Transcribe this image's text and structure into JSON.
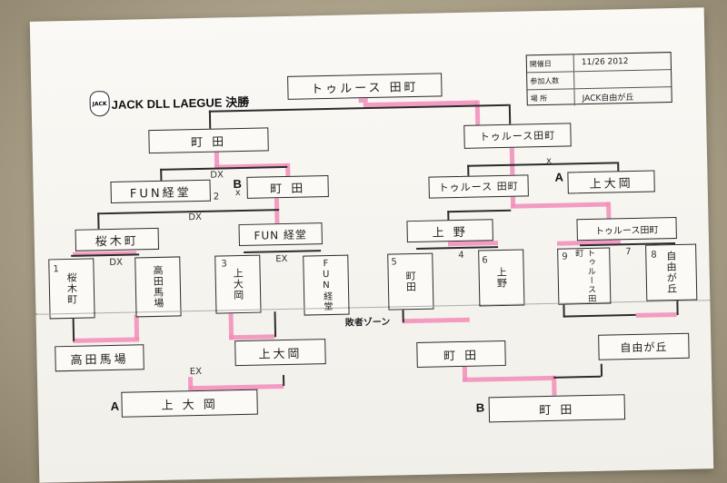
{
  "header": {
    "logo_text": "JACK",
    "title": "JACK DLL LAEGUE 決勝"
  },
  "info": {
    "rows": [
      {
        "key": "開催日",
        "value": "11/26 2012"
      },
      {
        "key": "参加人数",
        "value": ""
      },
      {
        "key": "場 所",
        "value": "JACK自由が丘"
      }
    ]
  },
  "bracket": {
    "champion": "トゥルース 田町",
    "semi_left": "町 田",
    "semi_right": "トゥルース田町",
    "qf_left_a": "FUN経堂",
    "qf_left_b": "町 田",
    "qf_right_a": "トゥルース 田町",
    "qf_right_b": "上大岡",
    "r16_1": "桜木町",
    "r16_2": "FUN 経堂",
    "r16_3": "上 野",
    "r16_4": "トゥルース田町",
    "r32_1": "桜木町",
    "r32_2": "高田馬場",
    "r32_3": "上大岡",
    "r32_4": "FUN経堂",
    "r32_5": "町田",
    "r32_6": "上野",
    "r32_7": "トゥルース田町",
    "r32_8": "自由が丘",
    "loser_zone_label": "敗者ゾーン",
    "lz_1": "高田馬場",
    "lz_2": "上大岡",
    "lz_3": "町 田",
    "lz_4": "自由が丘",
    "lz_final_a": "上 大 岡",
    "lz_final_b": "町 田",
    "marker_a": "A",
    "marker_b": "B",
    "marker_a2": "A",
    "marker_b2": "B"
  },
  "notes": {
    "dx1": "DX",
    "dx2": "DX",
    "dx3": "DX",
    "ex1": "EX",
    "ex2": "EX",
    "x1": "x",
    "x2": "x",
    "n1": "1",
    "n2": "2",
    "n3": "3",
    "n4": "4",
    "n5": "5",
    "n6": "6",
    "n7": "7",
    "n8": "8",
    "n9": "9"
  },
  "colors": {
    "highlight": "#f28cb8",
    "ink": "#2b2b2b",
    "paper": "#f7f6f1"
  }
}
